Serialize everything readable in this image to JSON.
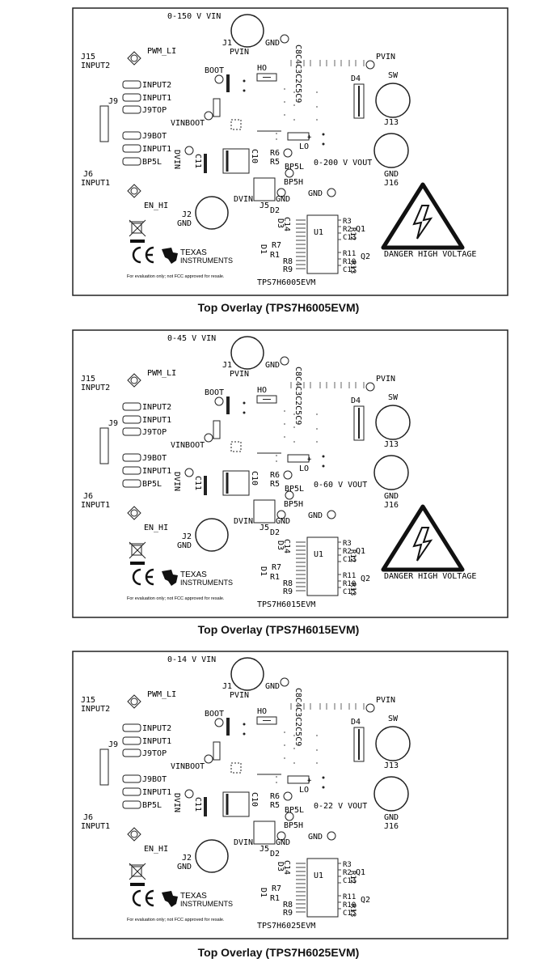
{
  "panels": [
    {
      "vin": "0-150 V VIN",
      "vout": "0-200 V VOUT",
      "board": "TPS7H6005EVM",
      "caption": "Top Overlay (TPS7H6005EVM)",
      "triangle": true,
      "danger": "DANGER HIGH VOLTAGE",
      "labels": {
        "j1": "J1",
        "pvin_j1": "PVIN",
        "gnd_top": "GND",
        "caps_top": "C8C4C3C2C5C9",
        "j15": "J15",
        "input2_j15": "INPUT2",
        "pwm_li": "PWM_LI",
        "pvin_right": "PVIN",
        "boot": "BOOT",
        "ho": "HO",
        "d4": "D4",
        "sw": "SW",
        "j13": "J13",
        "j9": "J9",
        "input2": "INPUT2",
        "input1_a": "INPUT1",
        "j9top": "J9TOP",
        "vinboot": "VINBOOT",
        "j9bot": "J9BOT",
        "input1_b": "INPUT1",
        "bp5l_left": "BP5L",
        "lo": "LO",
        "dvin_rot": "DVIN",
        "c11": "C11",
        "c10": "C10",
        "r6": "R6",
        "r5": "R5",
        "bp5l_mid": "BP5L",
        "bp5h": "BP5H",
        "j6": "J6",
        "input1_j6": "INPUT1",
        "gnd_j16": "GND",
        "j16": "J16",
        "dvin": "DVIN",
        "gnd_j5": "GND",
        "j5": "J5",
        "gnd_mid": "GND",
        "en_hi": "EN_HI",
        "j2": "J2",
        "gnd_j2": "GND",
        "d2": "D2",
        "d3": "D3",
        "c14": "C14",
        "u1": "U1",
        "r3": "R3",
        "r2": "R2",
        "c13": "C13",
        "r12": "R12",
        "q1": "Q1",
        "r7": "R7",
        "d1": "D1",
        "r1": "R1",
        "r8": "R8",
        "r9": "R9",
        "r11": "R11",
        "r10": "R10",
        "c15": "C15",
        "r13": "R13",
        "q2": "Q2",
        "ti_line1": "TEXAS",
        "ti_line2": "INSTRUMENTS",
        "fcc": "For evaluation only; not FCC approved for resale."
      }
    },
    {
      "vin": "0-45 V VIN",
      "vout": "0-60 V VOUT",
      "board": "TPS7H6015EVM",
      "caption": "Top Overlay (TPS7H6015EVM)",
      "triangle": true,
      "danger": "DANGER HIGH VOLTAGE",
      "labels": {
        "j1": "J1",
        "pvin_j1": "PVIN",
        "gnd_top": "GND",
        "caps_top": "C8C4C3C2C5C9",
        "j15": "J15",
        "input2_j15": "INPUT2",
        "pwm_li": "PWM_LI",
        "pvin_right": "PVIN",
        "boot": "BOOT",
        "ho": "HO",
        "d4": "D4",
        "sw": "SW",
        "j13": "J13",
        "j9": "J9",
        "input2": "INPUT2",
        "input1_a": "INPUT1",
        "j9top": "J9TOP",
        "vinboot": "VINBOOT",
        "j9bot": "J9BOT",
        "input1_b": "INPUT1",
        "bp5l_left": "BP5L",
        "lo": "LO",
        "dvin_rot": "DVIN",
        "c11": "C11",
        "c10": "C10",
        "r6": "R6",
        "r5": "R5",
        "bp5l_mid": "BP5L",
        "bp5h": "BP5H",
        "j6": "J6",
        "input1_j6": "INPUT1",
        "gnd_j16": "GND",
        "j16": "J16",
        "dvin": "DVIN",
        "gnd_j5": "GND",
        "j5": "J5",
        "gnd_mid": "GND",
        "en_hi": "EN_HI",
        "j2": "J2",
        "gnd_j2": "GND",
        "d2": "D2",
        "d3": "D3",
        "c14": "C14",
        "u1": "U1",
        "r3": "R3",
        "r2": "R2",
        "c13": "C13",
        "r12": "R12",
        "q1": "Q1",
        "r7": "R7",
        "d1": "D1",
        "r1": "R1",
        "r8": "R8",
        "r9": "R9",
        "r11": "R11",
        "r10": "R10",
        "c15": "C15",
        "r13": "R13",
        "q2": "Q2",
        "ti_line1": "TEXAS",
        "ti_line2": "INSTRUMENTS",
        "fcc": "For evaluation only; not FCC approved for resale."
      }
    },
    {
      "vin": "0-14 V VIN",
      "vout": "0-22 V VOUT",
      "board": "TPS7H6025EVM",
      "caption": "Top Overlay (TPS7H6025EVM)",
      "triangle": false,
      "danger": "",
      "labels": {
        "j1": "J1",
        "pvin_j1": "PVIN",
        "gnd_top": "GND",
        "caps_top": "C8C4C3C2C5C9",
        "j15": "J15",
        "input2_j15": "INPUT2",
        "pwm_li": "PWM_LI",
        "pvin_right": "PVIN",
        "boot": "BOOT",
        "ho": "HO",
        "d4": "D4",
        "sw": "SW",
        "j13": "J13",
        "j9": "J9",
        "input2": "INPUT2",
        "input1_a": "INPUT1",
        "j9top": "J9TOP",
        "vinboot": "VINBOOT",
        "j9bot": "J9BOT",
        "input1_b": "INPUT1",
        "bp5l_left": "BP5L",
        "lo": "LO",
        "dvin_rot": "DVIN",
        "c11": "C11",
        "c10": "C10",
        "r6": "R6",
        "r5": "R5",
        "bp5l_mid": "BP5L",
        "bp5h": "BP5H",
        "j6": "J6",
        "input1_j6": "INPUT1",
        "gnd_j16": "GND",
        "j16": "J16",
        "dvin": "DVIN",
        "gnd_j5": "GND",
        "j5": "J5",
        "gnd_mid": "GND",
        "en_hi": "EN_HI",
        "j2": "J2",
        "gnd_j2": "GND",
        "d2": "D2",
        "d3": "D3",
        "c14": "C14",
        "u1": "U1",
        "r3": "R3",
        "r2": "R2",
        "c13": "C13",
        "r12": "R12",
        "q1": "Q1",
        "r7": "R7",
        "d1": "D1",
        "r1": "R1",
        "r8": "R8",
        "r9": "R9",
        "r11": "R11",
        "r10": "R10",
        "c15": "C15",
        "r13": "R13",
        "q2": "Q2",
        "ti_line1": "TEXAS",
        "ti_line2": "INSTRUMENTS",
        "fcc": "For evaluation only; not FCC approved for resale."
      }
    }
  ]
}
